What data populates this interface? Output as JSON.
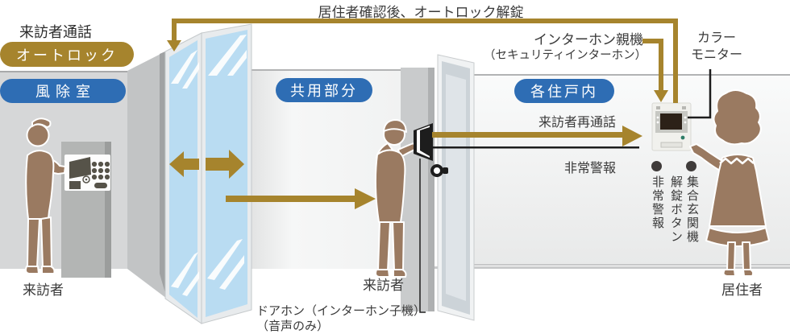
{
  "colors": {
    "accent_gold": "#a6842d",
    "badge_blue": "#2e6db4",
    "silhouette_brown": "#9a7a61",
    "glass_blue": "#b9dcf2",
    "line_black": "#1d1d1d",
    "text_dark": "#3a3a3a"
  },
  "header": {
    "visitor_call": "来訪者通話",
    "autolock_badge": "オートロック",
    "top_flow": "居住者確認後、オートロック解錠"
  },
  "zones": {
    "windbreak": "風除室",
    "common": "共用部分",
    "unit": "各住戸内"
  },
  "devices": {
    "intercom_parent_line1": "インターホン親機",
    "intercom_parent_line2": "（セキュリティインターホン）",
    "monitor_line1": "カラー",
    "monitor_line2": "モニター",
    "doorphone_line1": "ドアホン（インターホン子機）",
    "doorphone_line2": "（音声のみ）"
  },
  "flows": {
    "revisit": "来訪者再通話",
    "alarm": "非常警報"
  },
  "people": {
    "visitor_entrance": "来訪者",
    "visitor_door": "来訪者",
    "resident": "居住者"
  },
  "unit_features": [
    {
      "cols": [
        "集合玄関機",
        "解錠ボタン"
      ]
    },
    {
      "cols": [
        "非常警報"
      ]
    }
  ]
}
